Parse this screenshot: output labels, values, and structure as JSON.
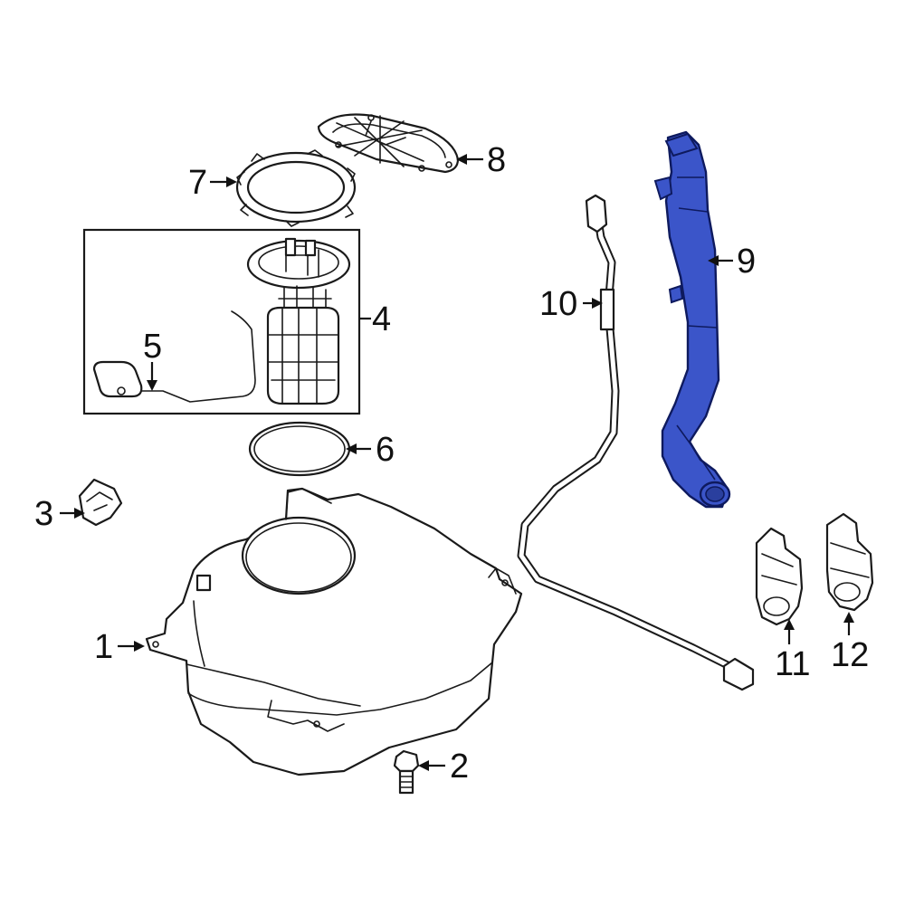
{
  "diagram": {
    "colors": {
      "line": "#1a1a1a",
      "highlight_fill": "#3b55c9",
      "highlight_stroke": "#0e1a5e",
      "background": "#ffffff"
    },
    "callouts": [
      {
        "id": "1",
        "label": "1"
      },
      {
        "id": "2",
        "label": "2"
      },
      {
        "id": "3",
        "label": "3"
      },
      {
        "id": "4",
        "label": "4"
      },
      {
        "id": "5",
        "label": "5"
      },
      {
        "id": "6",
        "label": "6"
      },
      {
        "id": "7",
        "label": "7"
      },
      {
        "id": "8",
        "label": "8"
      },
      {
        "id": "9",
        "label": "9"
      },
      {
        "id": "10",
        "label": "10"
      },
      {
        "id": "11",
        "label": "11"
      },
      {
        "id": "12",
        "label": "12"
      }
    ],
    "highlighted_part": "9"
  }
}
